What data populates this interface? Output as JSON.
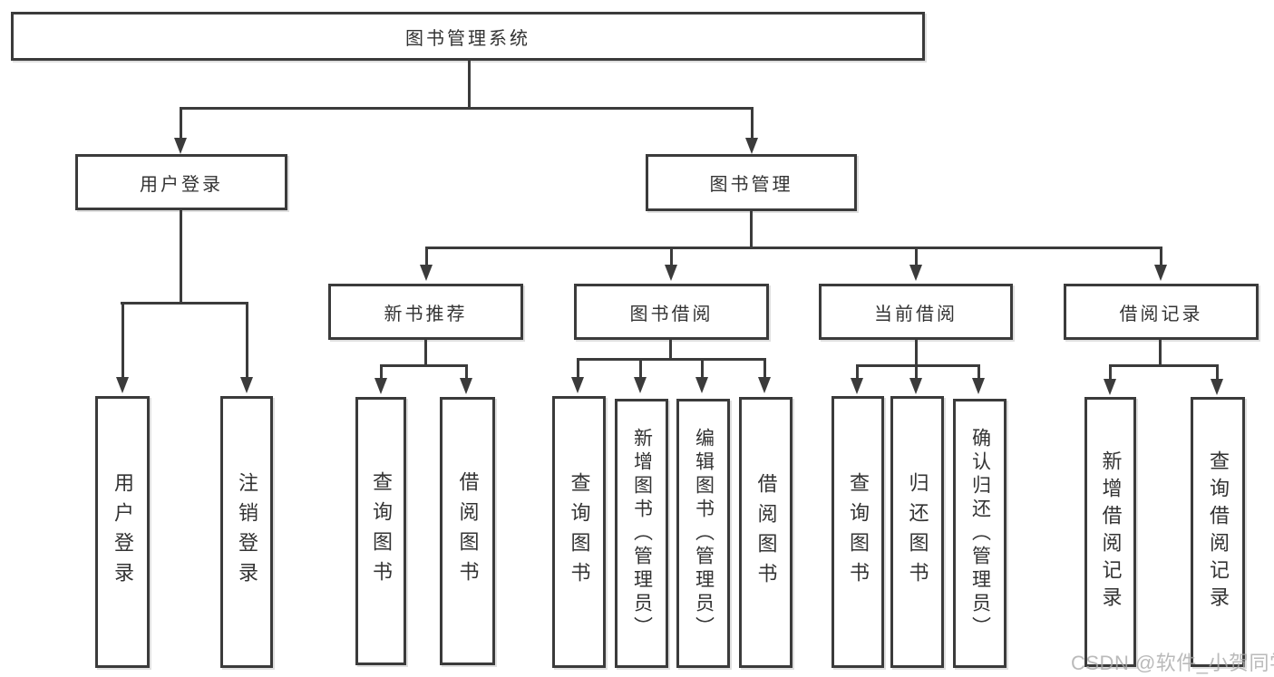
{
  "colors": {
    "line": "#3b3b3b",
    "text": "#333333",
    "background": "#ffffff",
    "watermark": "#a9a9a9"
  },
  "watermark": "CSDN @软件_小贺同学",
  "chart_type": "org-tree-diagram",
  "tree": {
    "root": "图书管理系统",
    "branches": [
      {
        "label": "用户登录",
        "children": [
          "用户登录",
          "注销登录"
        ]
      },
      {
        "label": "图书管理",
        "modules": [
          {
            "label": "新书推荐",
            "children": [
              "查询图书",
              "借阅图书"
            ]
          },
          {
            "label": "图书借阅",
            "children": [
              "查询图书",
              "新增图书（管理员）",
              "编辑图书（管理员）",
              "借阅图书"
            ]
          },
          {
            "label": "当前借阅",
            "children": [
              "查询图书",
              "归还图书",
              "确认归还（管理员）"
            ]
          },
          {
            "label": "借阅记录",
            "children": [
              "新增借阅记录",
              "查询借阅记录"
            ]
          }
        ]
      }
    ]
  }
}
